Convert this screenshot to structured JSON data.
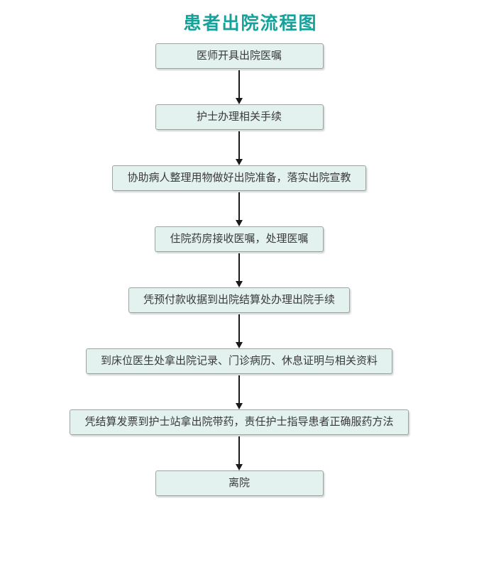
{
  "page": {
    "title": "患者出院流程图"
  },
  "theme": {
    "title_color": "#16a19a",
    "box_fill": "#e3f2ee",
    "box_border": "#9aa5a2",
    "box_text": "#3a3a3a",
    "arrow_color": "#1a1a1a"
  },
  "flowchart": {
    "direction": "top-down",
    "connector": "down-arrow",
    "steps": [
      {
        "label": "医师开具出院医嘱"
      },
      {
        "label": "护士办理相关手续"
      },
      {
        "label": "协助病人整理用物做好出院准备，落实出院宣教"
      },
      {
        "label": "住院药房接收医嘱，处理医嘱"
      },
      {
        "label": "凭预付款收据到出院结算处办理出院手续"
      },
      {
        "label": "到床位医生处拿出院记录、门诊病历、休息证明与相关资料"
      },
      {
        "label": "凭结算发票到护士站拿出院带药，责任护士指导患者正确服药方法"
      },
      {
        "label": "离院"
      }
    ]
  }
}
